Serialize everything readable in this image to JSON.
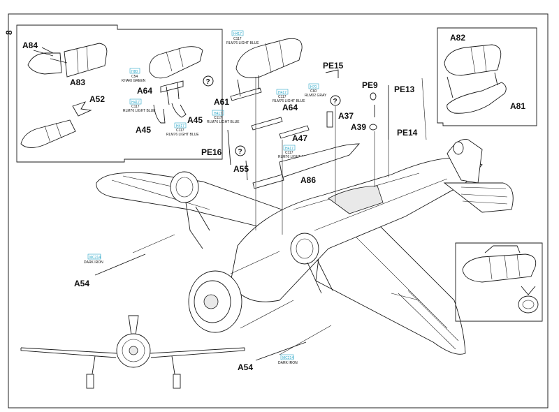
{
  "page_number": "8",
  "parts": {
    "a84": "A84",
    "a83": "A83",
    "a52": "A52",
    "a64_left": "A64",
    "a45_left_a": "A45",
    "a45_left_b": "A45",
    "a61": "A61",
    "a64_center": "A64",
    "a47": "A47",
    "pe16": "PE16",
    "a55": "A55",
    "a86": "A86",
    "pe15": "PE15",
    "a37": "A37",
    "pe9": "PE9",
    "a39": "A39",
    "pe13": "PE13",
    "pe14": "PE14",
    "a82": "A82",
    "a81": "A81",
    "a54_left": "A54",
    "a54_bottom": "A54"
  },
  "colors": {
    "h80": {
      "code": "H80",
      "code2": "C54",
      "name": "KHAKI GREEN"
    },
    "h417_a": {
      "code": "H417",
      "code2": "C117",
      "name": "RLM76 LIGHT BLUE"
    },
    "h417_b": {
      "code": "H417",
      "code2": "C117",
      "name": "RLM76 LIGHT BLUE"
    },
    "h417_c": {
      "code": "H417",
      "code2": "C117",
      "name": "RLM76 LIGHT BLUE"
    },
    "h417_d": {
      "code": "H417",
      "code2": "C117",
      "name": "RLM76 LIGHT BLUE"
    },
    "h417_e": {
      "code": "H417",
      "code2": "C117",
      "name": "RLM76 LIGHT BLUE"
    },
    "h417_f": {
      "code": "H417",
      "code2": "C117",
      "name": "RLM76 LIGHT BLUE"
    },
    "h70": {
      "code": "H70",
      "code2": "C60",
      "name": "RLM02 GRAY"
    },
    "mc214_a": {
      "code": "MC214",
      "name": "DARK IRON"
    },
    "mc214_b": {
      "code": "MC214",
      "name": "DARK IRON"
    }
  },
  "question_mark": "?",
  "accent_color": "#2aa7c8"
}
